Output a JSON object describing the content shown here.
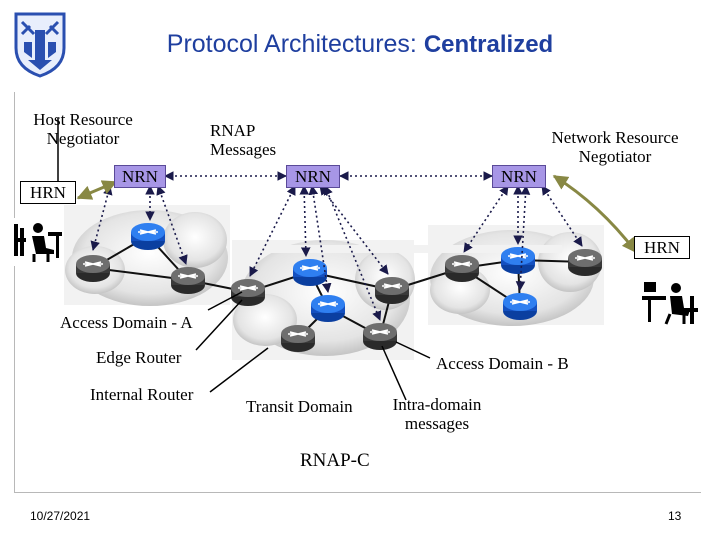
{
  "title": {
    "main": "Protocol Architectures:",
    "sub": "Centralized"
  },
  "labels": {
    "host_resource_negotiator_1": "Host Resource",
    "host_resource_negotiator_2": "Negotiator",
    "rnap_messages_1": "RNAP",
    "rnap_messages_2": "Messages",
    "network_resource_negotiator_1": "Network Resource",
    "network_resource_negotiator_2": "Negotiator",
    "access_domain_a": "Access Domain - A",
    "edge_router": "Edge Router",
    "internal_router": "Internal Router",
    "access_domain_b": "Access Domain - B",
    "transit_domain": "Transit Domain",
    "intra_domain_1": "Intra-domain",
    "intra_domain_2": "messages",
    "rnap_c": "RNAP-C"
  },
  "nodes": {
    "nrn": "NRN",
    "hrn": "HRN"
  },
  "footer": {
    "date": "10/27/2021",
    "page": "13"
  },
  "colors": {
    "title": "#1f3f9f",
    "nrn_fill": "#a796e6",
    "router_blue": "#1a66e0",
    "router_gray": "#5a5a5a",
    "arrow_olive": "#888844"
  }
}
